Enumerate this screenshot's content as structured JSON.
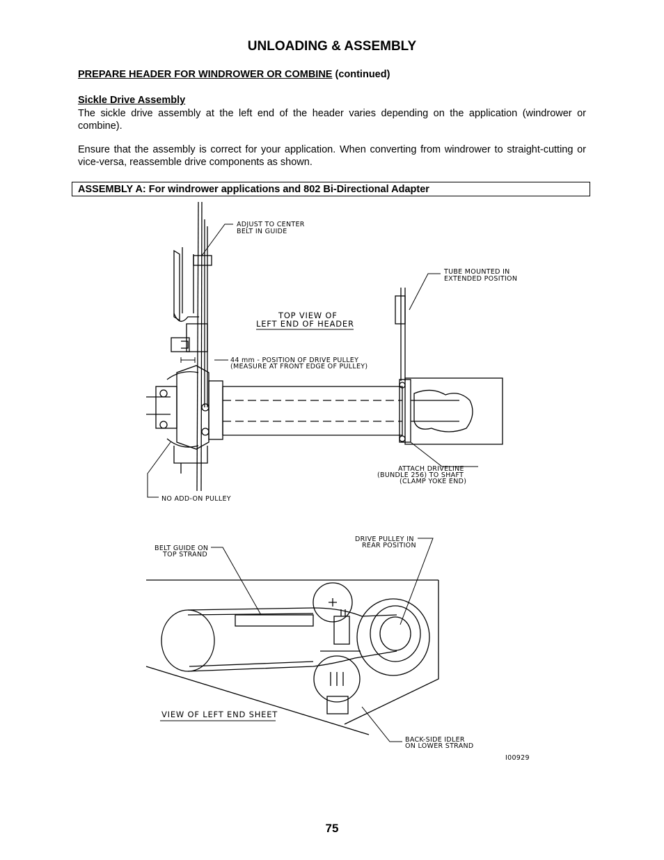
{
  "page": {
    "title": "UNLOADING & ASSEMBLY",
    "section_heading_main": "PREPARE HEADER FOR WINDROWER OR COMBINE",
    "section_heading_suffix": " (continued)",
    "subsection_heading": "Sickle Drive Assembly",
    "paragraph_1": "The sickle drive assembly at the left end of the header varies depending on the application (windrower or combine).",
    "paragraph_2": "Ensure that the assembly is correct for your application. When converting from windrower to straight-cutting or vice-versa, reassemble drive components as shown.",
    "assembly_box_title": "ASSEMBLY A: For windrower applications and 802 Bi-Directional Adapter",
    "page_number": "75"
  },
  "figure": {
    "top_view": {
      "view_label_line1": "TOP VIEW OF",
      "view_label_line2": "LEFT END OF HEADER",
      "adjust_label_line1": "ADJUST TO CENTER",
      "adjust_label_line2": "BELT IN GUIDE",
      "tube_label_line1": "TUBE MOUNTED IN",
      "tube_label_line2": "EXTENDED POSITION",
      "pulley_position_line1": "44 mm - POSITION OF DRIVE PULLEY",
      "pulley_position_line2": "(MEASURE AT FRONT EDGE OF PULLEY)",
      "driveline_line1": "ATTACH DRIVELINE",
      "driveline_line2": "(BUNDLE 256) TO SHAFT",
      "driveline_line3": "(CLAMP YOKE END)",
      "no_addon_label": "NO ADD-ON PULLEY"
    },
    "end_view": {
      "view_label": "VIEW OF LEFT END SHEET",
      "belt_guide_line1": "BELT GUIDE ON",
      "belt_guide_line2": "TOP STRAND",
      "drive_pulley_line1": "DRIVE PULLEY IN",
      "drive_pulley_line2": "REAR POSITION",
      "idler_line1": "BACK-SIDE IDLER",
      "idler_line2": "ON LOWER STRAND"
    },
    "figure_id": "I00929"
  }
}
